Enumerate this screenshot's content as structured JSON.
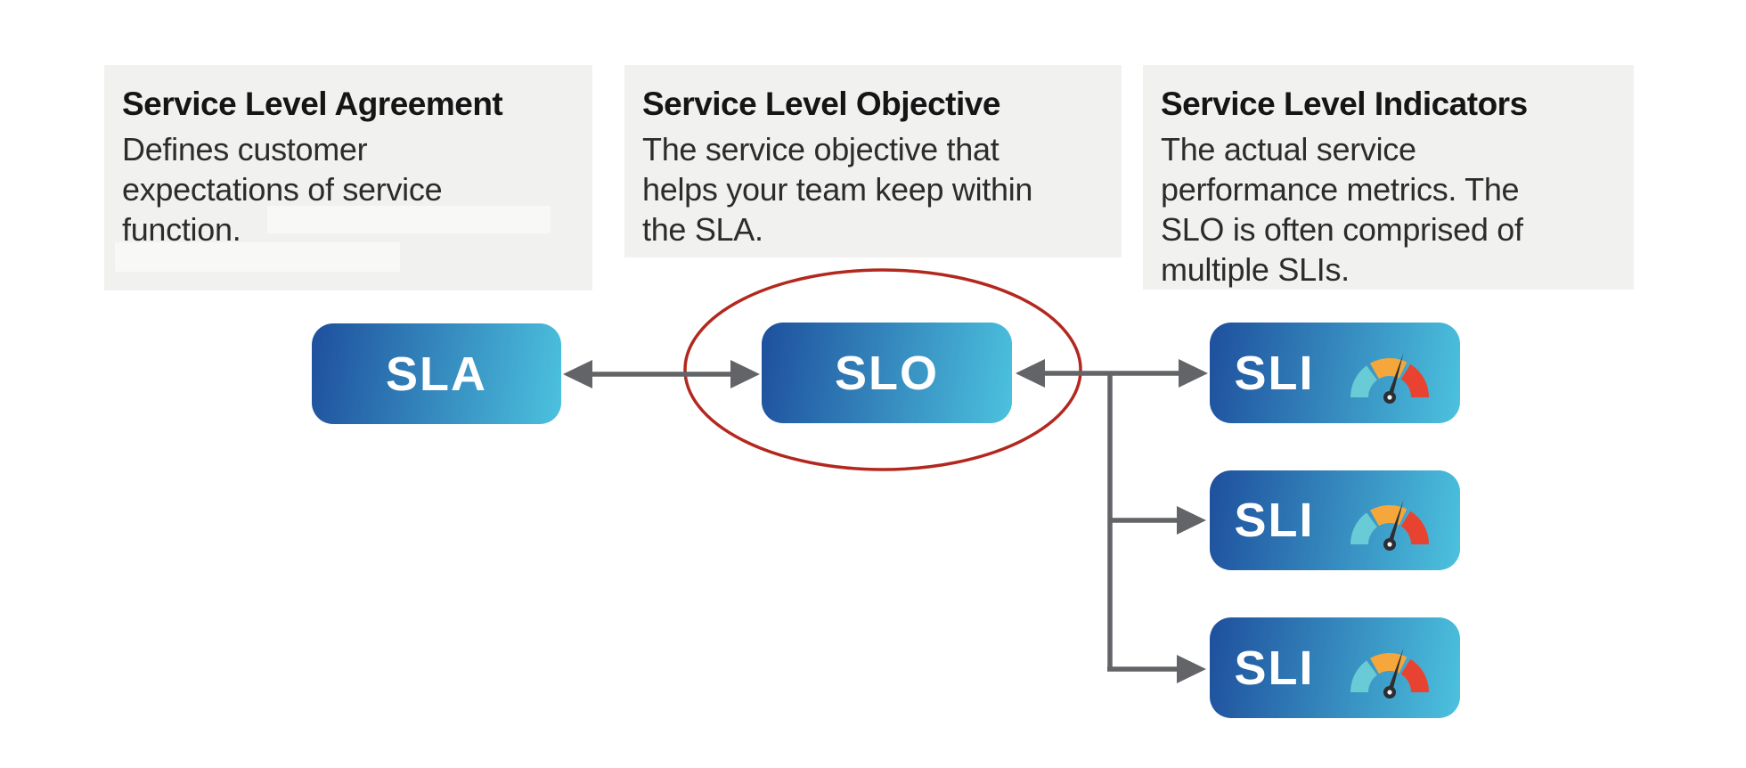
{
  "cards": [
    {
      "title": "Service Level Agreement",
      "body": "Defines customer\nexpectations of service\nfunction.",
      "redacted_text_blocks": 2
    },
    {
      "title": "Service Level Objective",
      "body": "The service objective that\nhelps your team keep within\nthe SLA."
    },
    {
      "title": "Service Level Indicators",
      "body": "The actual service\nperformance metrics. The\nSLO is often comprised of\nmultiple SLIs."
    }
  ],
  "nodes": {
    "sla": {
      "label": "SLA"
    },
    "slo": {
      "label": "SLO",
      "highlighted": true
    },
    "sli": [
      {
        "label": "SLI",
        "icon": "gauge-icon"
      },
      {
        "label": "SLI",
        "icon": "gauge-icon"
      },
      {
        "label": "SLI",
        "icon": "gauge-icon"
      }
    ]
  },
  "connections": [
    {
      "between": [
        "SLA",
        "SLO"
      ],
      "style": "double-headed-arrow"
    },
    {
      "between": [
        "SLO",
        "SLI-1"
      ],
      "style": "double-headed-branch"
    },
    {
      "between": [
        "SLO",
        "SLI-2"
      ],
      "style": "branch-arrow"
    },
    {
      "between": [
        "SLO",
        "SLI-3"
      ],
      "style": "branch-arrow"
    }
  ],
  "highlight": {
    "shape": "ellipse",
    "around": "SLO",
    "color": "#b3281e"
  },
  "colors": {
    "node-grad-start": "#1e4f9d",
    "node-grad-end": "#4cc2de",
    "node-label": "#ffffff",
    "arrow": "#636467",
    "ellipse": "#b3281e",
    "card-bg": "#f1f1f0",
    "card-patch": "#f8f8f7",
    "title-text": "#151515",
    "body-text": "#2c2c2c",
    "gauge-teal": "#69cbd5",
    "gauge-orange": "#f5a73b",
    "gauge-red": "#e84330",
    "gauge-needle": "#2d2e32"
  }
}
